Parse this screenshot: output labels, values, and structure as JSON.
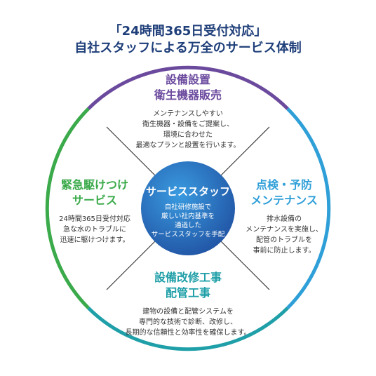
{
  "header": {
    "line1": "「24時間365日受付対応」",
    "line2": "自社スタッフによる万全のサービス体制"
  },
  "colors": {
    "top": "#6b4a9e",
    "right": "#2f9fd8",
    "left": "#3aaa4a",
    "bottom": "#1f9fa8",
    "center_light": "#3a9be0",
    "center_dark": "#1f4fa0"
  },
  "center": {
    "title": "サービススタッフ",
    "desc": [
      "自社研修施設で",
      "厳しい社内基準を",
      "通過した",
      "サービススタッフを手配"
    ]
  },
  "sections": {
    "top": {
      "title": [
        "設備設置",
        "衛生機器販売"
      ],
      "desc": [
        "メンテナンスしやすい",
        "衛生機器・設備をご提案し、",
        "環境に合わせた",
        "最適なプランと設置を行います。"
      ]
    },
    "right": {
      "title": [
        "点検・予防",
        "メンテナンス"
      ],
      "desc": [
        "排水設備の",
        "メンテナンスを実施し、",
        "配管のトラブルを",
        "事前に防止します。"
      ]
    },
    "left": {
      "title": [
        "緊急駆けつけ",
        "サービス"
      ],
      "desc": [
        "24時間365日受付対応",
        "急な水のトラブルに",
        "迅速に駆けつけます。"
      ]
    },
    "bottom": {
      "title": [
        "設備改修工事",
        "配管工事"
      ],
      "desc": [
        "建物の設備と配管システムを",
        "専門的な技術で診断、改修し、",
        "長期的な信頼性と効率性を確保します。"
      ]
    }
  }
}
